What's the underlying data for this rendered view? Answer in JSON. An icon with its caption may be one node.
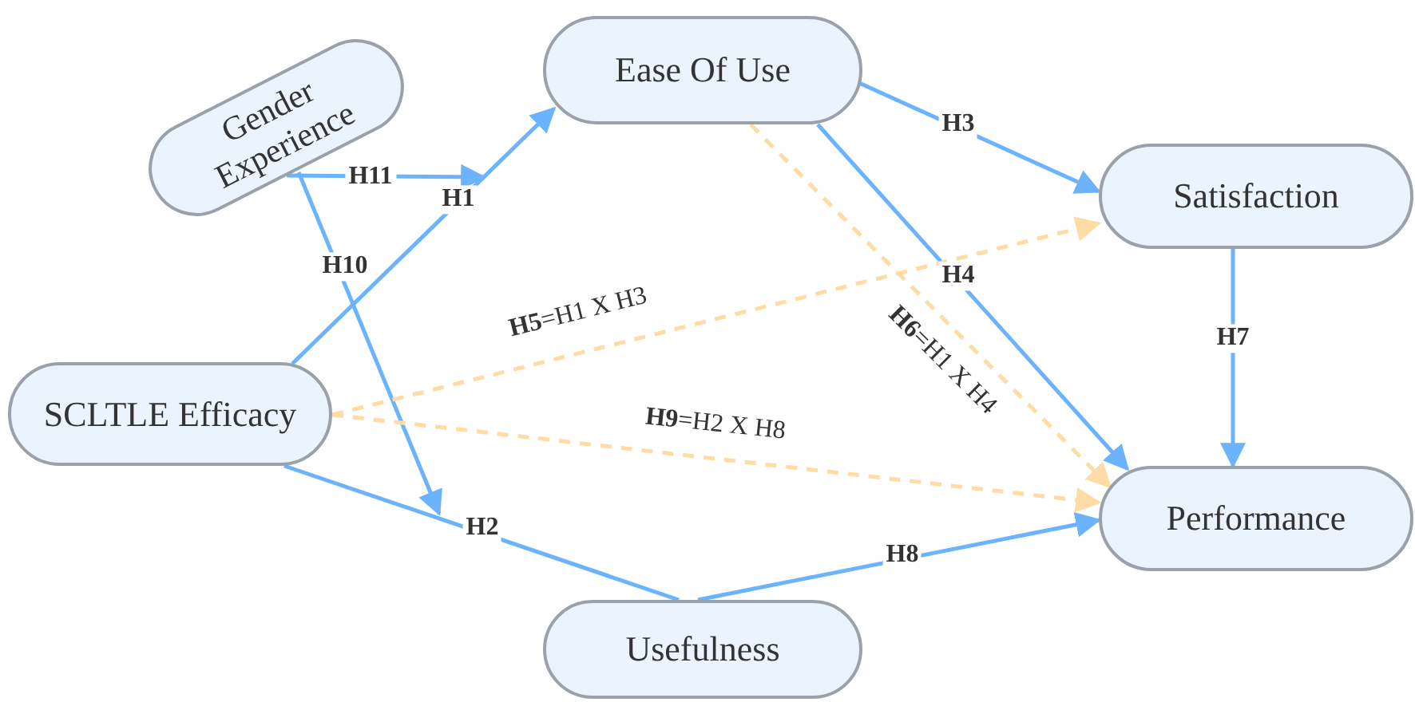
{
  "diagram": {
    "nodes": [
      {
        "text": [
          "Gender Experience"
        ]
      },
      {
        "text": [
          "Ease Of Use"
        ]
      },
      {
        "text": [
          "Satisfaction"
        ]
      },
      {
        "text": [
          "SCLTLE Efficacy"
        ]
      },
      {
        "text": [
          "Performance"
        ]
      },
      {
        "text": [
          "Usefulness"
        ]
      }
    ],
    "edges": [
      {
        "from": 3,
        "to": 1,
        "arrow": "to",
        "label": "H1"
      },
      {
        "from": 0,
        "to": null,
        "arrow": "to",
        "label": "H11"
      },
      {
        "from": 0,
        "to": null,
        "arrow": "to",
        "label": "H10"
      },
      {
        "from": 3,
        "to": 5,
        "arrow": "none",
        "label": "H2"
      },
      {
        "from": 1,
        "to": 2,
        "arrow": "to",
        "label": "H3"
      },
      {
        "from": 1,
        "to": 4,
        "arrow": "to",
        "label": "H4"
      },
      {
        "from": 3,
        "to": 2,
        "arrow": "to",
        "label": "**H5**=H1 X H3",
        "style": "dashed",
        "color": "#ffdba6"
      },
      {
        "from": 1,
        "to": 4,
        "arrow": "to",
        "label": "**H6**=H1 X H4",
        "style": "dashed",
        "color": "#ffdba6"
      },
      {
        "from": 3,
        "to": 4,
        "arrow": "to",
        "label": "**H9**=H2 X H8",
        "style": "dashed",
        "color": "#ffdba6"
      },
      {
        "from": 2,
        "to": 4,
        "arrow": "to",
        "label": "H7"
      },
      {
        "from": 5,
        "to": 4,
        "arrow": "to",
        "label": "H8"
      }
    ]
  }
}
